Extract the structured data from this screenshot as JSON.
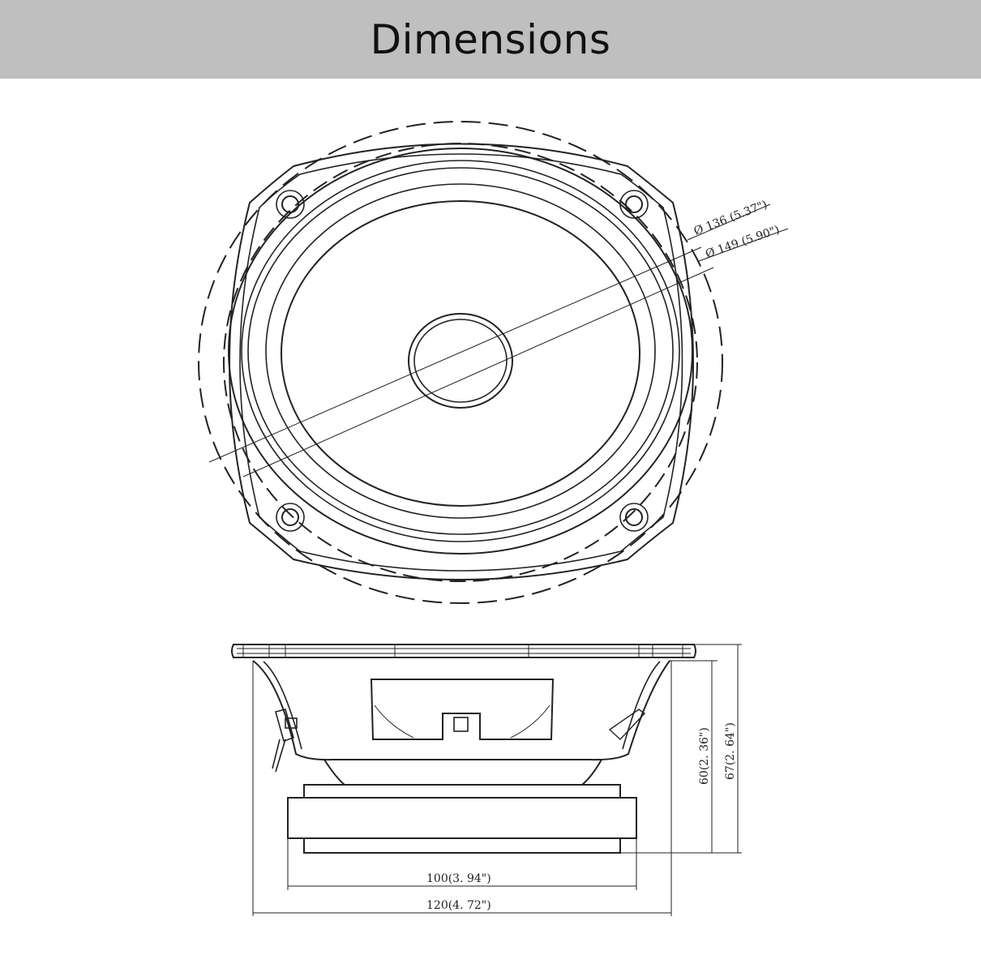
{
  "header": {
    "title": "Dimensions"
  },
  "front_view": {
    "dim_136": "Ø 136 (5.37\")",
    "dim_149": "Ø 149 (5.90\")"
  },
  "side_view": {
    "dim_60": "60(2. 36\")",
    "dim_67": "67(2. 64\")",
    "dim_100": "100(3. 94\")",
    "dim_120": "120(4. 72\")"
  },
  "colors": {
    "header_bg": "#bfbfbf",
    "line": "#222222"
  }
}
